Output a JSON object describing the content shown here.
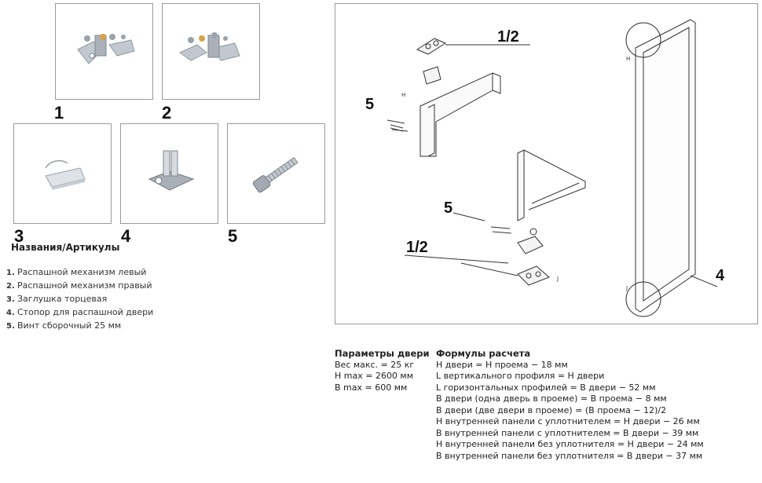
{
  "products": [
    {
      "number": "1",
      "icon": "hinge-mechanism-left-icon"
    },
    {
      "number": "2",
      "icon": "hinge-mechanism-right-icon"
    },
    {
      "number": "3",
      "icon": "end-cap-icon"
    },
    {
      "number": "4",
      "icon": "door-stopper-icon"
    },
    {
      "number": "5",
      "icon": "assembly-screw-icon"
    }
  ],
  "names_heading": "Названия/Артикулы",
  "names_list": [
    {
      "n": "1.",
      "text": "Распашной механизм левый"
    },
    {
      "n": "2.",
      "text": "Распашной механизм правый"
    },
    {
      "n": "3.",
      "text": "Заглушка торцевая"
    },
    {
      "n": "4.",
      "text": "Стопор для распашной двери"
    },
    {
      "n": "5.",
      "text": "Винт сборочный 25 мм"
    }
  ],
  "diagram": {
    "callout_top_half": "1/2",
    "callout_top_screw": "5",
    "callout_bottom_screw": "5",
    "callout_bottom_half": "1/2",
    "callout_stopper": "4",
    "mark_h": "H",
    "mark_j": "J",
    "door_mark_h": "H",
    "door_mark_j": "J"
  },
  "door_params": {
    "title": "Параметры двери",
    "lines": [
      "Вес макс. = 25 кг",
      "H max = 2600 мм",
      "B max = 600 мм"
    ]
  },
  "formulas": {
    "title": "Формулы расчета",
    "lines": [
      "H двери = H проема − 18 мм",
      "L вертикального профиля = H двери",
      "L горизонтальных профилей = B двери − 52 мм",
      "B двери (одна дверь в проеме) = B проема − 8 мм",
      "B двери (две двери в проеме) = (B проема − 12)/2",
      "H внутренней панели с уплотнителем = H двери − 26 мм",
      "B внутренней панели с уплотнителем = B двери − 39 мм",
      "H внутренней панели без уплотнителя = H двери − 24 мм",
      "B внутренней панели без уплотнителя = B двери − 37 мм"
    ]
  },
  "colors": {
    "border": "#9a9a9a",
    "metal": "#b9c0c8",
    "text": "#222222"
  }
}
